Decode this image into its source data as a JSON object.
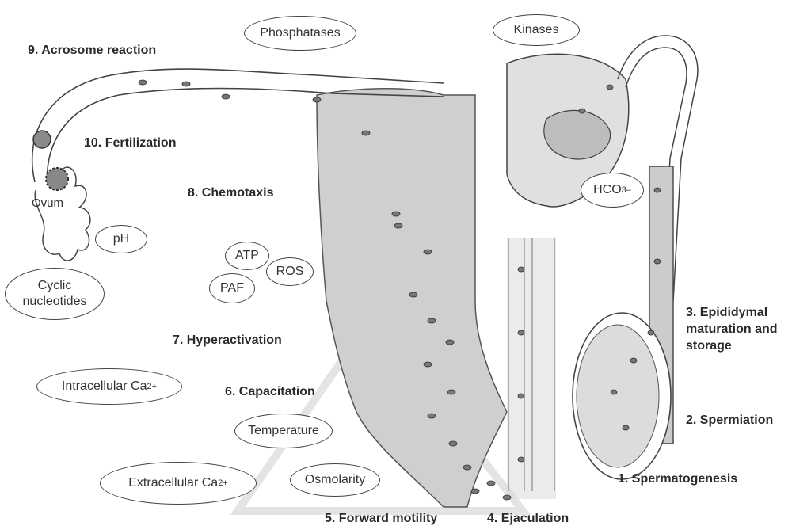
{
  "steps": {
    "s1": "1. Spermatogenesis",
    "s2": "2. Spermiation",
    "s3_line1": "3. Epididymal",
    "s3_line2": "maturation and",
    "s3_line3": "storage",
    "s4": "4. Ejaculation",
    "s5": "5. Forward motility",
    "s6": "6. Capacitation",
    "s7": "7. Hyperactivation",
    "s8": "8. Chemotaxis",
    "s9": "9. Acrosome reaction",
    "s10": "10. Fertilization"
  },
  "factors": {
    "phosphatases": "Phosphatases",
    "kinases": "Kinases",
    "hco3_base": "HCO",
    "hco3_sub": "3",
    "hco3_sup": "–",
    "ph": "pH",
    "atp": "ATP",
    "ros": "ROS",
    "paf": "PAF",
    "cyclic_line1": "Cyclic",
    "cyclic_line2": "nucleotides",
    "intra_base": "Intracellular Ca",
    "intra_sup": "2+",
    "extra_base": "Extracellular Ca",
    "extra_sup": "2+",
    "temperature": "Temperature",
    "osmolarity": "Osmolarity"
  },
  "labels": {
    "ovum": "Ovum"
  }
}
